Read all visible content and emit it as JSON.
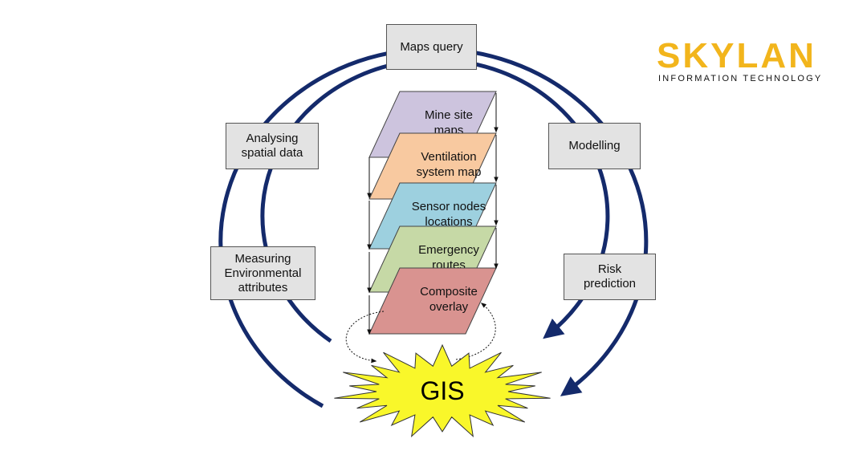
{
  "boxes": {
    "maps_query": "Maps query",
    "analysing": "Analysing\nspatial data",
    "modelling": "Modelling",
    "measuring": "Measuring\nEnvironmental\nattributes",
    "risk": "Risk\nprediction"
  },
  "layers": [
    {
      "line1": "Mine site",
      "line2": "maps",
      "color": "#cdc4de"
    },
    {
      "line1": "Ventilation",
      "line2": "system map",
      "color": "#f8c9a0"
    },
    {
      "line1": "Sensor nodes",
      "line2": "locations",
      "color": "#9dd0df"
    },
    {
      "line1": "Emergency",
      "line2": "routes",
      "color": "#c6d9a6"
    },
    {
      "line1": "Composite",
      "line2": "overlay",
      "color": "#d99390"
    }
  ],
  "gis": {
    "label": "GIS",
    "color": "#f9f72a"
  },
  "ring_color": "#142a6b",
  "logo": {
    "name": "SKYLAN",
    "tagline": "INFORMATION TECHNOLOGY",
    "color": "#f2b51c"
  }
}
